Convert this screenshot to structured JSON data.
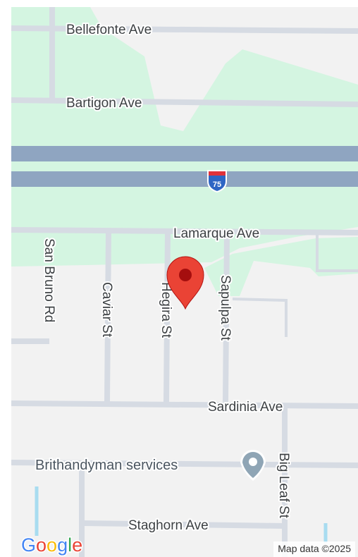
{
  "map": {
    "streets": {
      "bellefonte": "Bellefonte Ave",
      "bartigon": "Bartigon Ave",
      "lamarque": "Lamarque Ave",
      "san_bruno": "San Bruno Rd",
      "caviar": "Caviar St",
      "hegira": "Hegira St",
      "sapulpa": "Sapulpa St",
      "sardinia": "Sardinia Ave",
      "big_leaf": "Big Leaf St",
      "staghorn": "Staghorn Ave"
    },
    "highway_shield": "75",
    "poi": {
      "label": "Brithandyman services",
      "icon": "place-pin-icon"
    },
    "marker": {
      "icon": "map-pin-icon",
      "color": "#ea4335"
    },
    "colors": {
      "land": "#f2f2f2",
      "park": "#d4f5e1",
      "road": "#d6dbe3",
      "highway": "#8fa5c1",
      "water": "#a8dcf0"
    }
  },
  "branding": {
    "logo_letters": [
      "G",
      "o",
      "o",
      "g",
      "l",
      "e"
    ],
    "logo_colors": [
      "#4285f4",
      "#ea4335",
      "#fbbc05",
      "#4285f4",
      "#34a853",
      "#ea4335"
    ],
    "attribution": "Map data ©2025"
  }
}
